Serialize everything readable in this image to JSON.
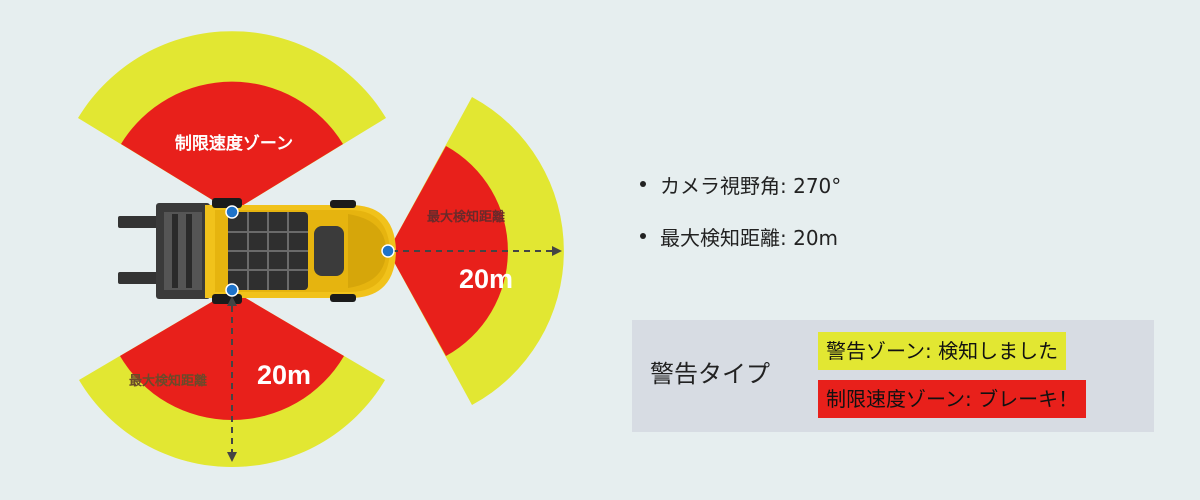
{
  "diagram": {
    "speed_zone_label": "制限速度ゾーン",
    "detect_label_right": "最大検知距離",
    "detect_label_bottom": "最大検知距離",
    "distance_right": "20m",
    "distance_bottom": "20m"
  },
  "specs": [
    {
      "text": "カメラ視野角: 270°"
    },
    {
      "text": "最大検知距離: 20m"
    }
  ],
  "legend": {
    "title": "警告タイプ",
    "warning": "警告ゾーン: 検知しました",
    "brake": "制限速度ゾーン: ブレーキ！"
  },
  "colors": {
    "background": "#e6eeef",
    "warning_zone": "#e2e732",
    "speed_zone": "#e8201b",
    "camera_dot": "#1f73c9",
    "forklift_body": "#f1c21b"
  }
}
